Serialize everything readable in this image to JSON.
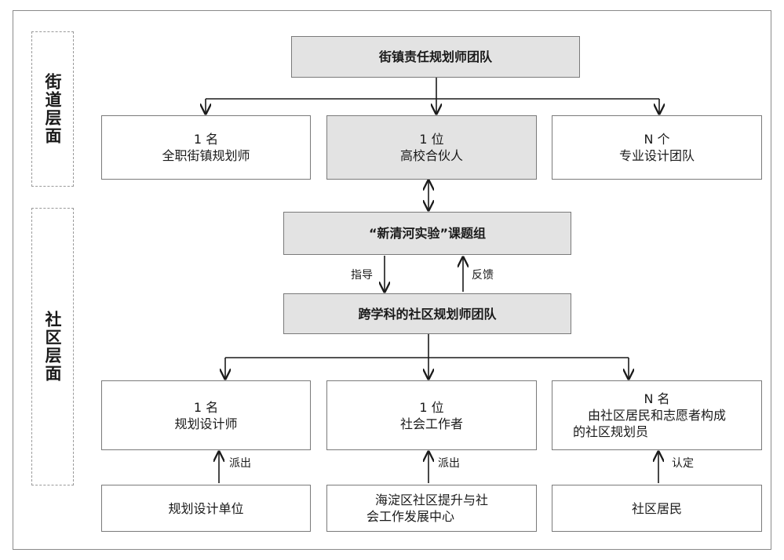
{
  "levels": {
    "street": "街道层面",
    "community": "社区层面"
  },
  "top": {
    "title": "街镇责任规划师团队"
  },
  "street_row": [
    {
      "line1": "1 名",
      "line2": "全职街镇规划师"
    },
    {
      "line1": "1 位",
      "line2": "高校合伙人"
    },
    {
      "line1": "N 个",
      "line2": "专业设计团队"
    }
  ],
  "project_group": "“新清河实验”课题组",
  "edge_labels": {
    "guide": "指导",
    "feedback": "反馈"
  },
  "community_team": "跨学科的社区规划师团队",
  "community_row": [
    {
      "line1": "1 名",
      "line2": "规划设计师"
    },
    {
      "line1": "1 位",
      "line2": "社会工作者"
    },
    {
      "line1": "N 名",
      "line2": "由社区居民和志愿者构成",
      "line3": "的社区规划员"
    }
  ],
  "assign_labels": {
    "dispatch1": "派出",
    "dispatch2": "派出",
    "recognize": "认定"
  },
  "bottom_row": [
    {
      "line1": "规划设计单位"
    },
    {
      "line1": "海淀区社区提升与社",
      "line2": "会工作发展中心"
    },
    {
      "line1": "社区居民"
    }
  ]
}
